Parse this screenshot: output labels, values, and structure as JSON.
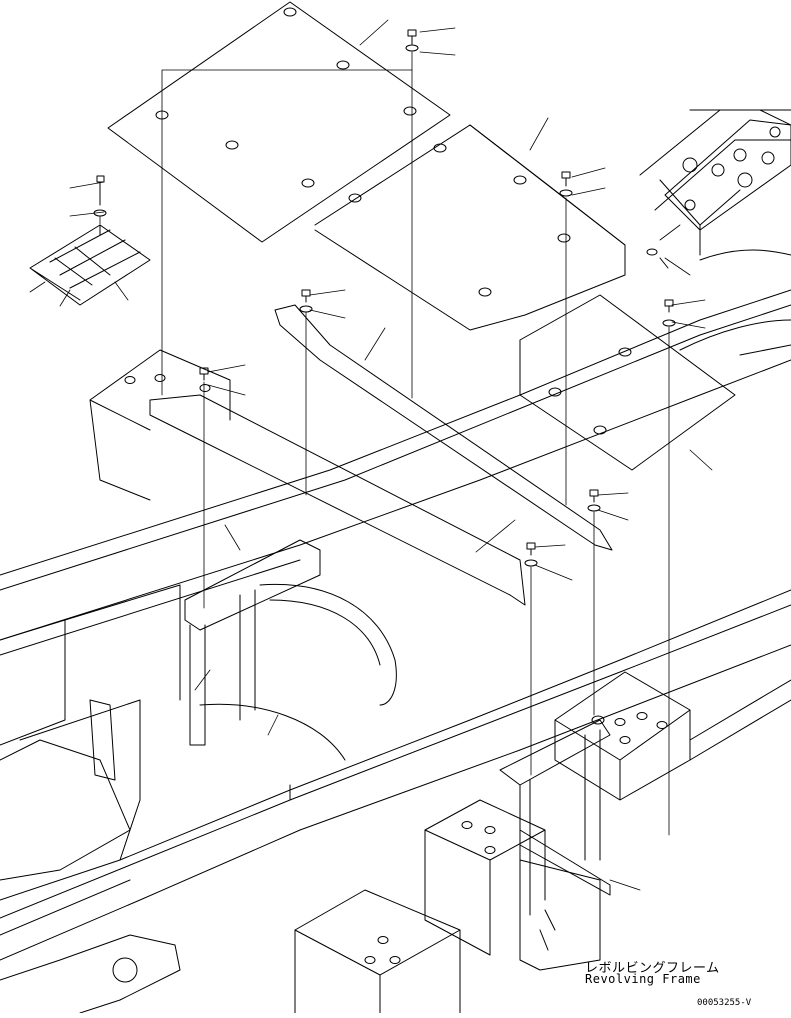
{
  "caption": {
    "japanese": "レボルビングフレーム",
    "english": "Revolving Frame"
  },
  "drawing_code": "00053255-V"
}
